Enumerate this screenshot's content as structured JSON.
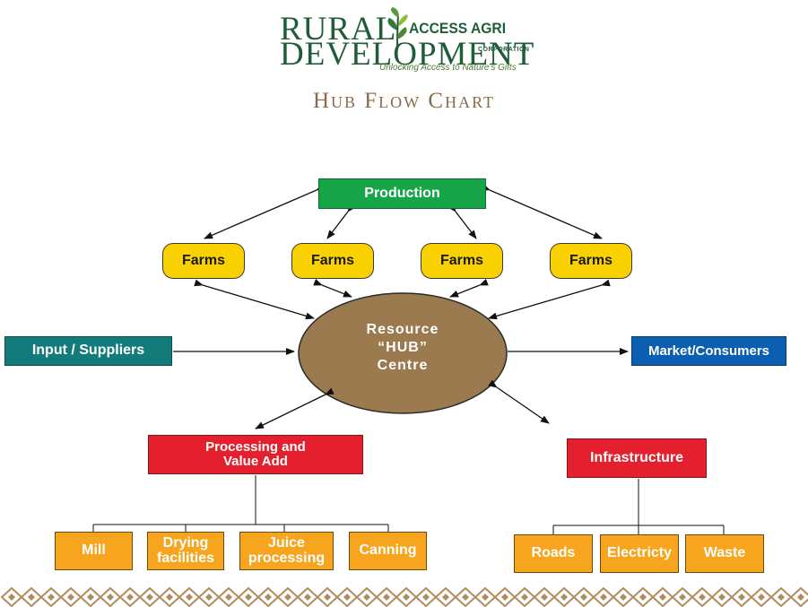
{
  "logo": {
    "rural": "RURAL",
    "development": "DEVELOPMENT",
    "access_agri": "ACCESS AGRI",
    "corporation": "CORPORATION",
    "tagline": "Unlocking Access to Nature's Gifts"
  },
  "title": "Hub Flow Chart",
  "hub": {
    "line1": "Resource",
    "line2": "“HUB”",
    "line3": "Centre"
  },
  "production": "Production",
  "farms": [
    "Farms",
    "Farms",
    "Farms",
    "Farms"
  ],
  "input_suppliers": "Input / Suppliers",
  "market_consumers": "Market/Consumers",
  "processing": {
    "line1": "Processing and",
    "line2": "Value Add"
  },
  "processing_items": [
    {
      "line1": "Mill",
      "line2": ""
    },
    {
      "line1": "Drying",
      "line2": "facilities"
    },
    {
      "line1": "Juice",
      "line2": "processing"
    },
    {
      "line1": "Canning",
      "line2": ""
    }
  ],
  "infrastructure": "Infrastructure",
  "infrastructure_items": [
    "Roads",
    "Electricty",
    "Waste"
  ],
  "colors": {
    "production": "#17a54a",
    "farms": "#f9d100",
    "hub": "#9b7a4f",
    "input": "#147b7b",
    "market": "#0b5eb0",
    "red_boxes": "#e5202e",
    "orange_boxes": "#f7a51e",
    "logo_green": "#1f5d38",
    "title_brown": "#8b6b4a"
  }
}
